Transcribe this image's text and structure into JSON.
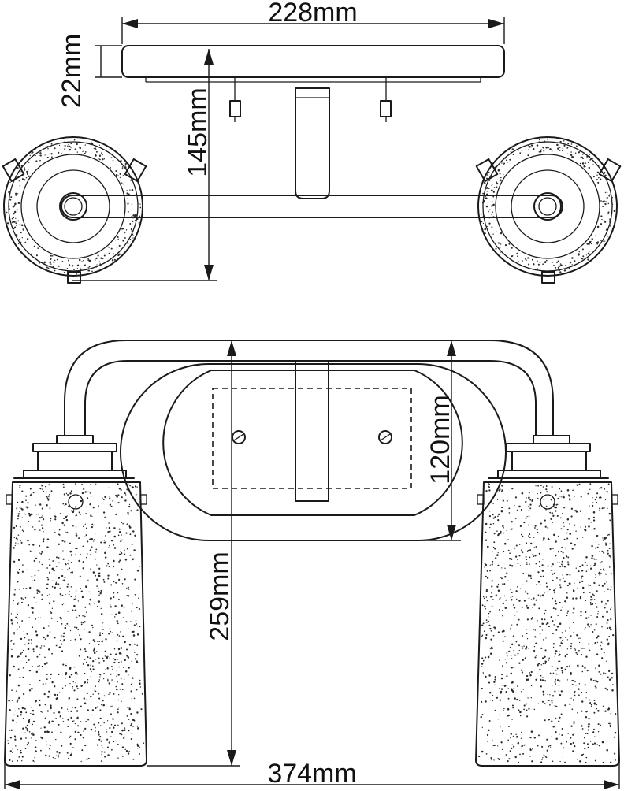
{
  "dimensions": {
    "top_width": "228mm",
    "top_depth_plate": "22mm",
    "projection": "145mm",
    "backplate_height": "120mm",
    "overall_height": "259mm",
    "overall_width": "374mm"
  },
  "colors": {
    "line": "#1a1a1a",
    "background": "#ffffff"
  }
}
